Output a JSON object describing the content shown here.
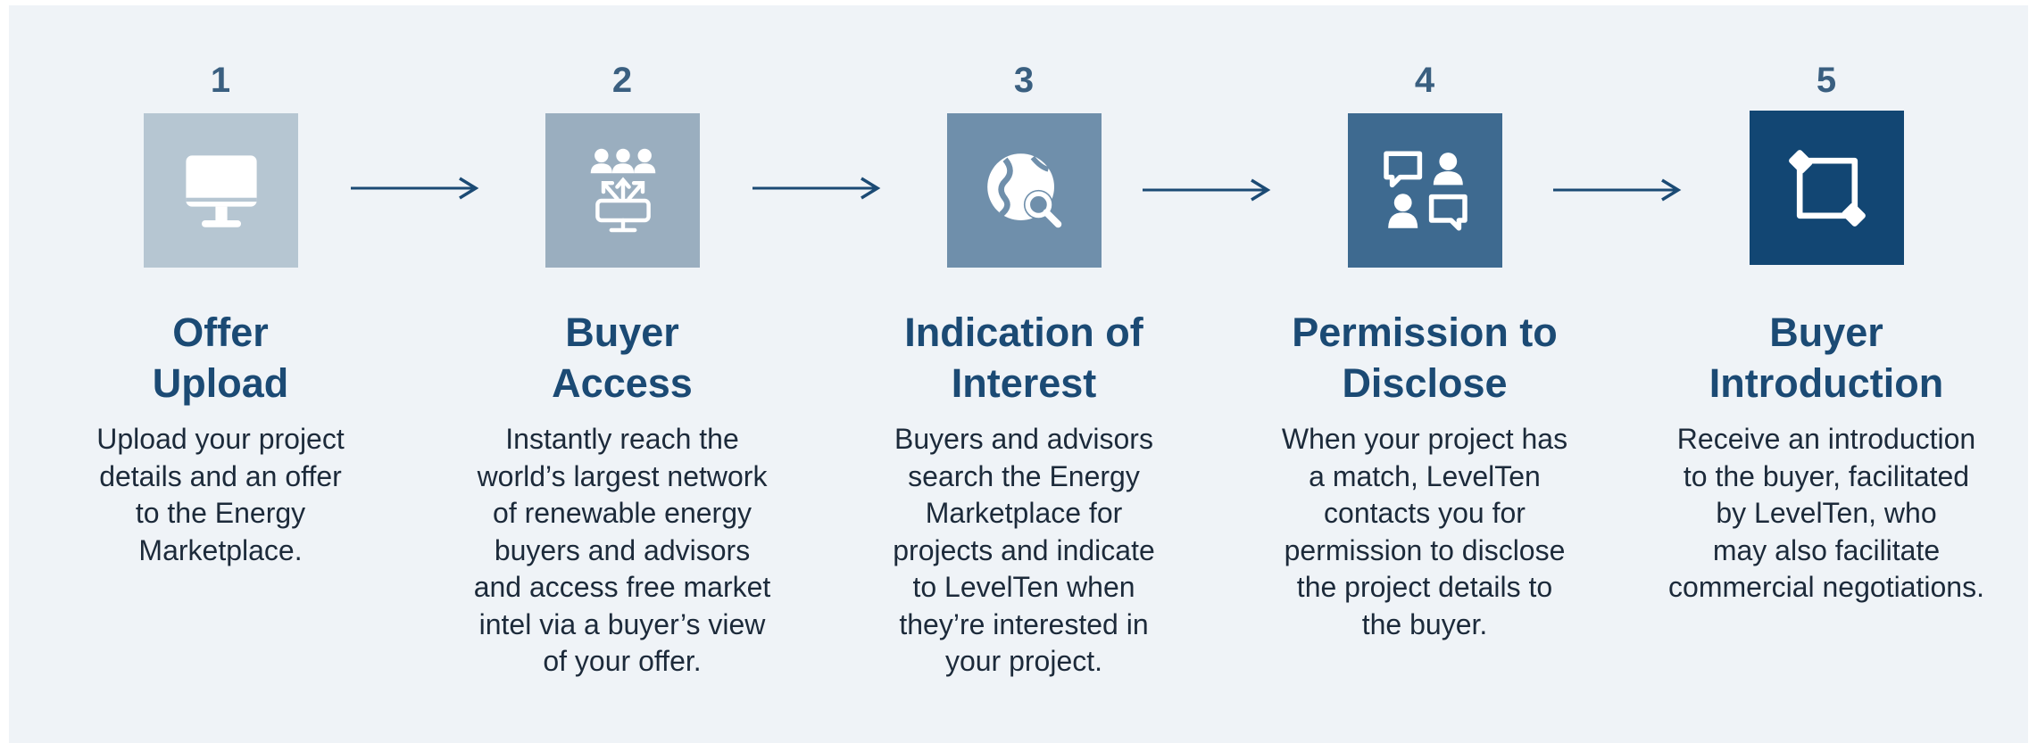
{
  "steps": [
    {
      "number": "1",
      "title_lines": [
        "Offer",
        "Upload"
      ],
      "desc_lines": [
        "Upload your project",
        "details and an offer",
        "to the Energy",
        "Marketplace."
      ],
      "icon": "monitor-icon",
      "color": "#b6c6d2"
    },
    {
      "number": "2",
      "title_lines": [
        "Buyer",
        "Access"
      ],
      "desc_lines": [
        "Instantly reach the",
        "world’s largest network",
        "of renewable energy",
        "buyers and advisors",
        "and access free market",
        "intel via a buyer’s view",
        "of your offer."
      ],
      "icon": "network-icon",
      "color": "#9aaebf"
    },
    {
      "number": "3",
      "title_lines": [
        "Indication of",
        "Interest"
      ],
      "desc_lines": [
        "Buyers and advisors",
        "search the Energy",
        "Marketplace for",
        "projects and indicate",
        "to LevelTen when",
        "they’re interested in",
        "your project."
      ],
      "icon": "globe-search-icon",
      "color": "#6f8fab"
    },
    {
      "number": "4",
      "title_lines": [
        "Permission to",
        "Disclose"
      ],
      "desc_lines": [
        "When your project has",
        "a match, LevelTen",
        "contacts you for",
        "permission to disclose",
        "the project details to",
        "the buyer."
      ],
      "icon": "people-chat-icon",
      "color": "#3e6a90"
    },
    {
      "number": "5",
      "title_lines": [
        "Buyer",
        "Introduction"
      ],
      "desc_lines": [
        "Receive an introduction",
        "to the buyer, facilitated",
        "by LevelTen, who",
        "may also facilitate",
        "commercial negotiations."
      ],
      "icon": "handshake-icon",
      "color": "#124673"
    }
  ],
  "arrow_color": "#1b4a74"
}
